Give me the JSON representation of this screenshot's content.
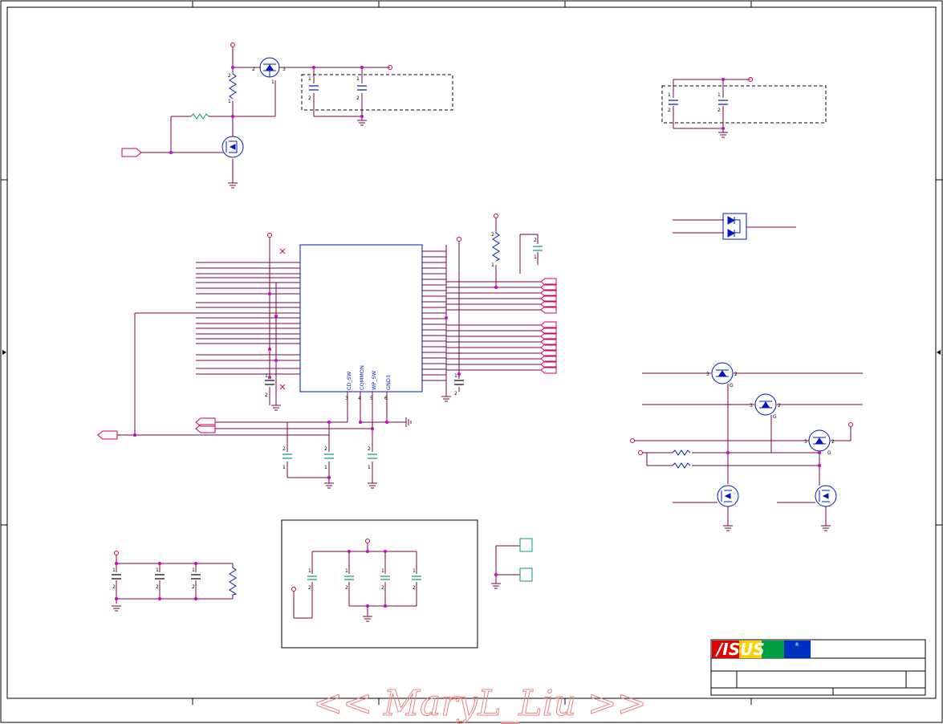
{
  "pin_labels": {
    "cd_sw": "CD_SW",
    "common": "COMMON",
    "wp_sw": "WP_SW",
    "gnd3": "GND3",
    "pin3": "3",
    "pin4": "4",
    "pin5": "5",
    "pin6": "6"
  },
  "part_pins": {
    "one": "1",
    "two": "2",
    "three": "3",
    "gate": "G"
  },
  "logo": {
    "text": "/ISUS",
    "registered": "®"
  },
  "watermark": {
    "text": "<< MaryL_Liu >>"
  },
  "colors": {
    "wire": "#7a0040",
    "net": "#d00050",
    "part": "#0018c0",
    "passive": "#00a060",
    "junction": "#d000d0",
    "border": "#000000",
    "watermark": "#f08080"
  }
}
